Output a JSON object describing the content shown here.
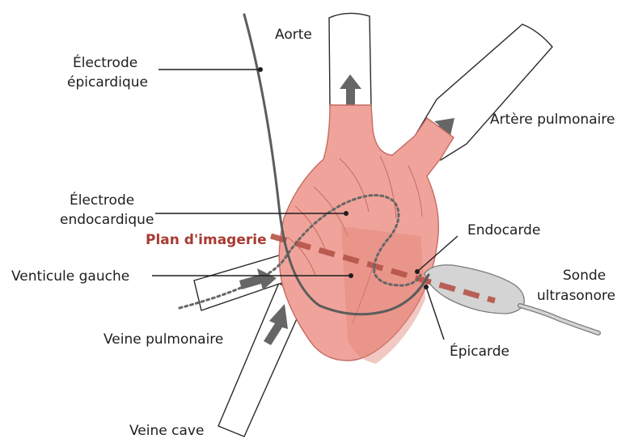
{
  "labels": {
    "aorte": "Aorte",
    "electrode_epicardique_1": "Électrode",
    "electrode_epicardique_2": "épicardique",
    "artere_pulmonaire": "Artère pulmonaire",
    "electrode_endocardique_1": "Électrode",
    "electrode_endocardique_2": "endocardique",
    "plan_imagerie": "Plan d'imagerie",
    "endocarde": "Endocarde",
    "ventricule_gauche": "Venticule gauche",
    "sonde_1": "Sonde",
    "sonde_2": "ultrasonore",
    "veine_pulmonaire": "Veine pulmonaire",
    "epicarde": "Épicarde",
    "veine_cave": "Veine cave"
  },
  "colors": {
    "heart_fill": "#f0a39a",
    "heart_stroke": "#c66b62",
    "imaging_plane": "#b65448",
    "probe": "#d4d4d4",
    "arrow": "#666666"
  }
}
